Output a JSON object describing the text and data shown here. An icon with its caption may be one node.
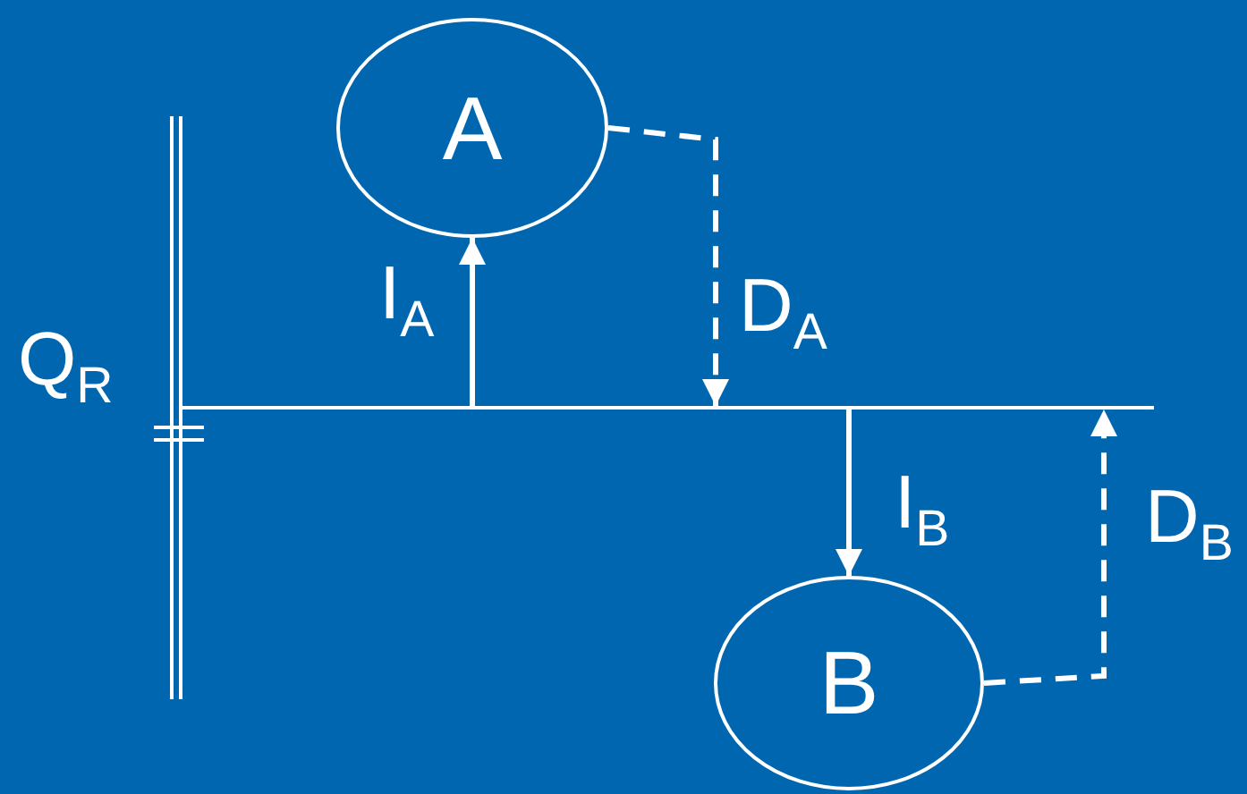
{
  "diagram": {
    "nodes": [
      {
        "text": [
          "A"
        ]
      },
      {
        "text": [
          "B"
        ]
      },
      {
        "text": [],
        "shape": "bar"
      }
    ],
    "edges": [
      {
        "from": 2,
        "to": 0,
        "arrow": "to",
        "label": "I$_{A}$"
      },
      {
        "from": 0,
        "to": 2,
        "arrow": "to",
        "label": "D$_{A}$",
        "style": "dashed"
      },
      {
        "from": 2,
        "to": 1,
        "arrow": "to",
        "label": "I$_{B}$"
      },
      {
        "from": 1,
        "to": 2,
        "arrow": "to",
        "label": "D$_{B}$",
        "style": "dashed"
      }
    ],
    "labels": [
      "Q$_{R}$"
    ]
  }
}
